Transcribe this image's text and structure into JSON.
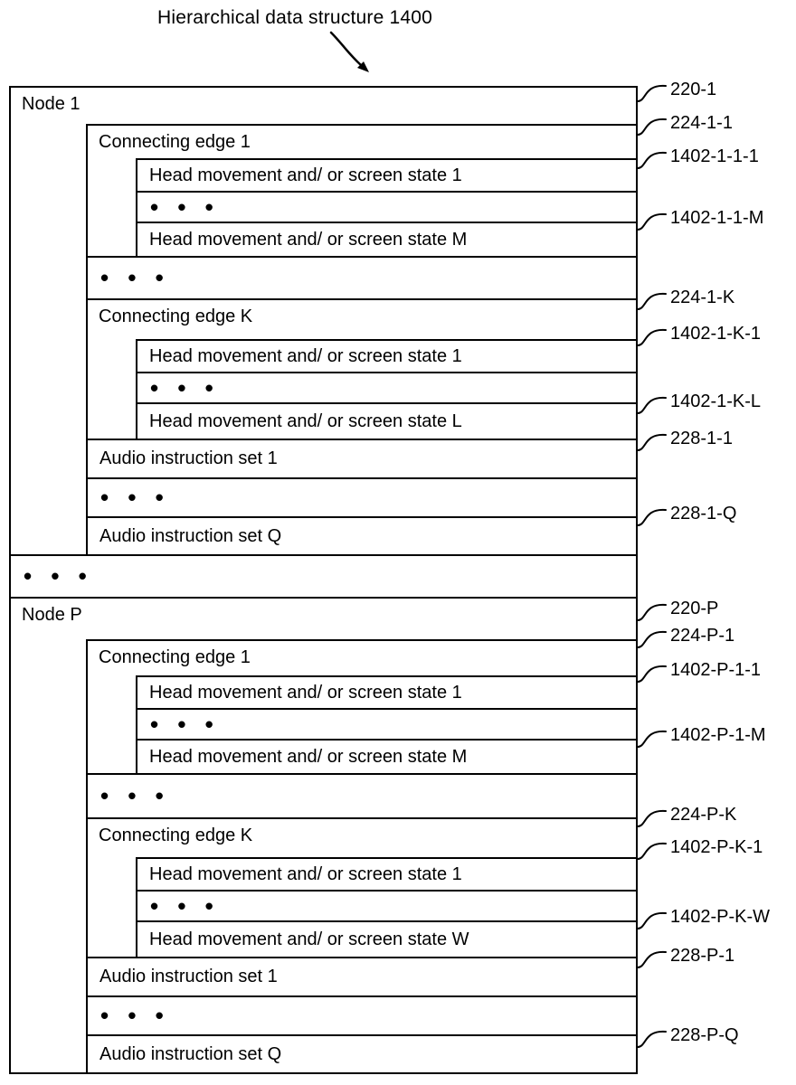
{
  "title": "Hierarchical data structure 1400",
  "ellipsis": "• • •",
  "colors": {
    "line": "#000000",
    "background": "#ffffff"
  },
  "nodes": [
    {
      "label": "Node 1",
      "ref": "220-1",
      "edges": [
        {
          "label": "Connecting edge 1",
          "ref": "224-1-1",
          "states": [
            {
              "label": "Head movement and/ or screen state 1",
              "ref": "1402-1-1-1"
            },
            {
              "label": "Head movement and/ or screen state M",
              "ref": "1402-1-1-M"
            }
          ]
        },
        {
          "label": "Connecting edge K",
          "ref": "224-1-K",
          "states": [
            {
              "label": "Head movement and/ or screen state 1",
              "ref": "1402-1-K-1"
            },
            {
              "label": "Head movement and/ or screen state L",
              "ref": "1402-1-K-L"
            }
          ]
        }
      ],
      "audio_sets": [
        {
          "label": "Audio instruction set 1",
          "ref": "228-1-1"
        },
        {
          "label": "Audio instruction set Q",
          "ref": "228-1-Q"
        }
      ]
    },
    {
      "label": "Node P",
      "ref": "220-P",
      "edges": [
        {
          "label": "Connecting edge 1",
          "ref": "224-P-1",
          "states": [
            {
              "label": "Head movement and/ or screen state 1",
              "ref": "1402-P-1-1"
            },
            {
              "label": "Head movement and/ or screen state M",
              "ref": "1402-P-1-M"
            }
          ]
        },
        {
          "label": "Connecting edge K",
          "ref": "224-P-K",
          "states": [
            {
              "label": "Head movement and/ or screen state 1",
              "ref": "1402-P-K-1"
            },
            {
              "label": "Head movement and/ or screen state W",
              "ref": "1402-P-K-W"
            }
          ]
        }
      ],
      "audio_sets": [
        {
          "label": "Audio instruction set 1",
          "ref": "228-P-1"
        },
        {
          "label": "Audio instruction set Q",
          "ref": "228-P-Q"
        }
      ]
    }
  ]
}
